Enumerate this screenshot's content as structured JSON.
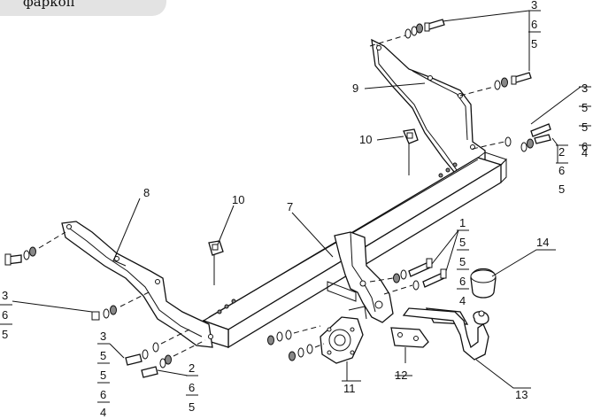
{
  "header": {
    "tab_label": "фаркоп"
  },
  "callouts": {
    "c1": {
      "stack": [
        "3",
        "6",
        "5"
      ]
    },
    "c2": {
      "stack": [
        "3",
        "5",
        "5",
        "6",
        "4"
      ]
    },
    "c3": {
      "stack": [
        "2",
        "6",
        "5"
      ]
    },
    "c4": {
      "stack": [
        "1",
        "5",
        "5",
        "6",
        "4"
      ]
    },
    "c5": {
      "stack": [
        "3",
        "6",
        "5"
      ]
    },
    "c6": {
      "stack": [
        "3",
        "5",
        "5",
        "6",
        "4"
      ]
    },
    "c7": {
      "stack": [
        "2",
        "6",
        "5"
      ]
    },
    "p7": "7",
    "p8": "8",
    "p9": "9",
    "p10a": "10",
    "p10b": "10",
    "p11": "11",
    "p12": "12",
    "p13": "13",
    "p14": "14"
  },
  "colors": {
    "line": "#111111",
    "tab": "#e3e3e3",
    "background": "#ffffff"
  }
}
